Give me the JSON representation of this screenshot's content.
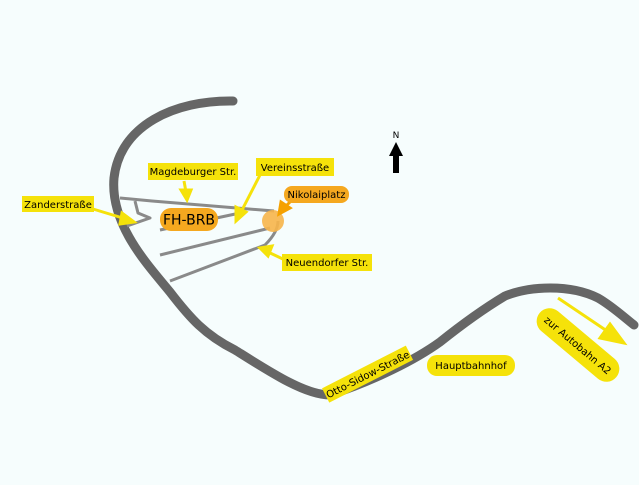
{
  "map": {
    "north_label": "N",
    "labels": {
      "zanderstrasse": "Zanderstraße",
      "magdeburger": "Magdeburger Str.",
      "vereinsstrasse": "Vereinsstraße",
      "nikolaiplatz": "Nikolaiplatz",
      "fh_brb": "FH-BRB",
      "neuendorfer": "Neuendorfer Str.",
      "otto_sidow": "Otto-Sidow-Straße",
      "hauptbahnhof": "Hauptbahnhof",
      "autobahn": "zur Autobahn A2"
    }
  },
  "colors": {
    "background": "#f6fdfd",
    "main_road": "#666666",
    "side_street": "#8a8a8a",
    "label_yellow": "#f5e20a",
    "label_orange": "#f5a81f",
    "arrow_yellow": "#f5e20a",
    "arrow_orange": "#f5a100",
    "nikolaiplatz_marker": "#f7b54a"
  }
}
